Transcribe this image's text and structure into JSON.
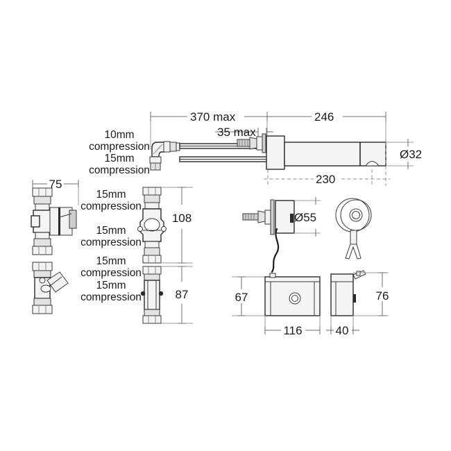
{
  "drawing": {
    "title": "Sensor tap assembly dimensional drawing",
    "background_color": "#ffffff",
    "line_color": "#1d1d1d",
    "dim_color": "#6b6b6b",
    "units_note": "mm"
  },
  "dimensions": {
    "spout_reach_max": "370 max",
    "body_length": "246",
    "shank_max": "35 max",
    "outlet_height": "230",
    "spout_diameter": "Ø32",
    "valve_width": "75",
    "solenoid_stack_height": "108",
    "filter_stack_height": "87",
    "sensor_diameter": "Ø55",
    "box_height": "67",
    "box_side_height": "76",
    "box_width": "116",
    "box_depth": "40"
  },
  "labels": {
    "inlet_10mm": "10mm\ncompression",
    "inlet_10mm_line1": "10mm",
    "inlet_10mm_line2": "compression",
    "compression_15_line1": "15mm",
    "compression_15_line2": "compression",
    "list": [
      {
        "id": "label-10mm-compression",
        "line1": "10mm",
        "line2": "compression"
      },
      {
        "id": "label-15mm-compression-1",
        "line1": "15mm",
        "line2": "compression"
      },
      {
        "id": "label-15mm-compression-2",
        "line1": "15mm",
        "line2": "compression"
      },
      {
        "id": "label-15mm-compression-3",
        "line1": "15mm",
        "line2": "compression"
      },
      {
        "id": "label-15mm-compression-4",
        "line1": "15mm",
        "line2": "compression"
      },
      {
        "id": "label-15mm-compression-5",
        "line1": "15mm",
        "line2": "compression"
      }
    ]
  },
  "components": [
    {
      "id": "tap-spout-assembly",
      "name": "Tap spout and body assembly",
      "view": "side elevation"
    },
    {
      "id": "isolation-valve",
      "name": "Isolation valve with 15mm compression ends",
      "view": "side elevation"
    },
    {
      "id": "y-strainer",
      "name": "Y-strainer filter with 15mm compression ends",
      "view": "side elevation"
    },
    {
      "id": "solenoid-valve",
      "name": "Solenoid valve assembly",
      "view": "side elevation"
    },
    {
      "id": "inline-filter",
      "name": "Inline filter cartridge",
      "view": "side elevation"
    },
    {
      "id": "sensor-side",
      "name": "Infrared sensor, side view with cable",
      "view": "side elevation"
    },
    {
      "id": "sensor-front",
      "name": "Infrared sensor, front view",
      "view": "front elevation"
    },
    {
      "id": "control-box-front",
      "name": "Control box front elevation",
      "view": "front elevation"
    },
    {
      "id": "control-box-side",
      "name": "Control box side elevation",
      "view": "side elevation"
    }
  ]
}
